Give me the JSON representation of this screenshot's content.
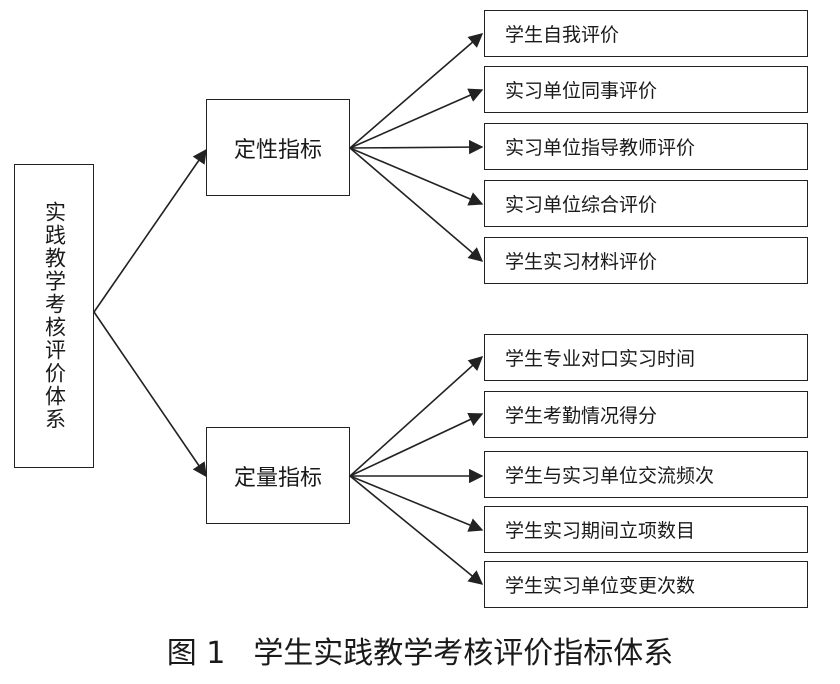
{
  "root": {
    "label": "实践教学考核评价体系"
  },
  "groups": [
    {
      "label": "定性指标",
      "items": [
        "学生自我评价",
        "实习单位同事评价",
        "实习单位指导教师评价",
        "实习单位综合评价",
        "学生实习材料评价"
      ]
    },
    {
      "label": "定量指标",
      "items": [
        "学生专业对口实习时间",
        "学生考勤情况得分",
        "学生与实习单位交流频次",
        "学生实习期间立项数目",
        "学生实习单位变更次数"
      ]
    }
  ],
  "caption": {
    "figure_number": "图 1",
    "title": "学生实践教学考核评价指标体系"
  }
}
